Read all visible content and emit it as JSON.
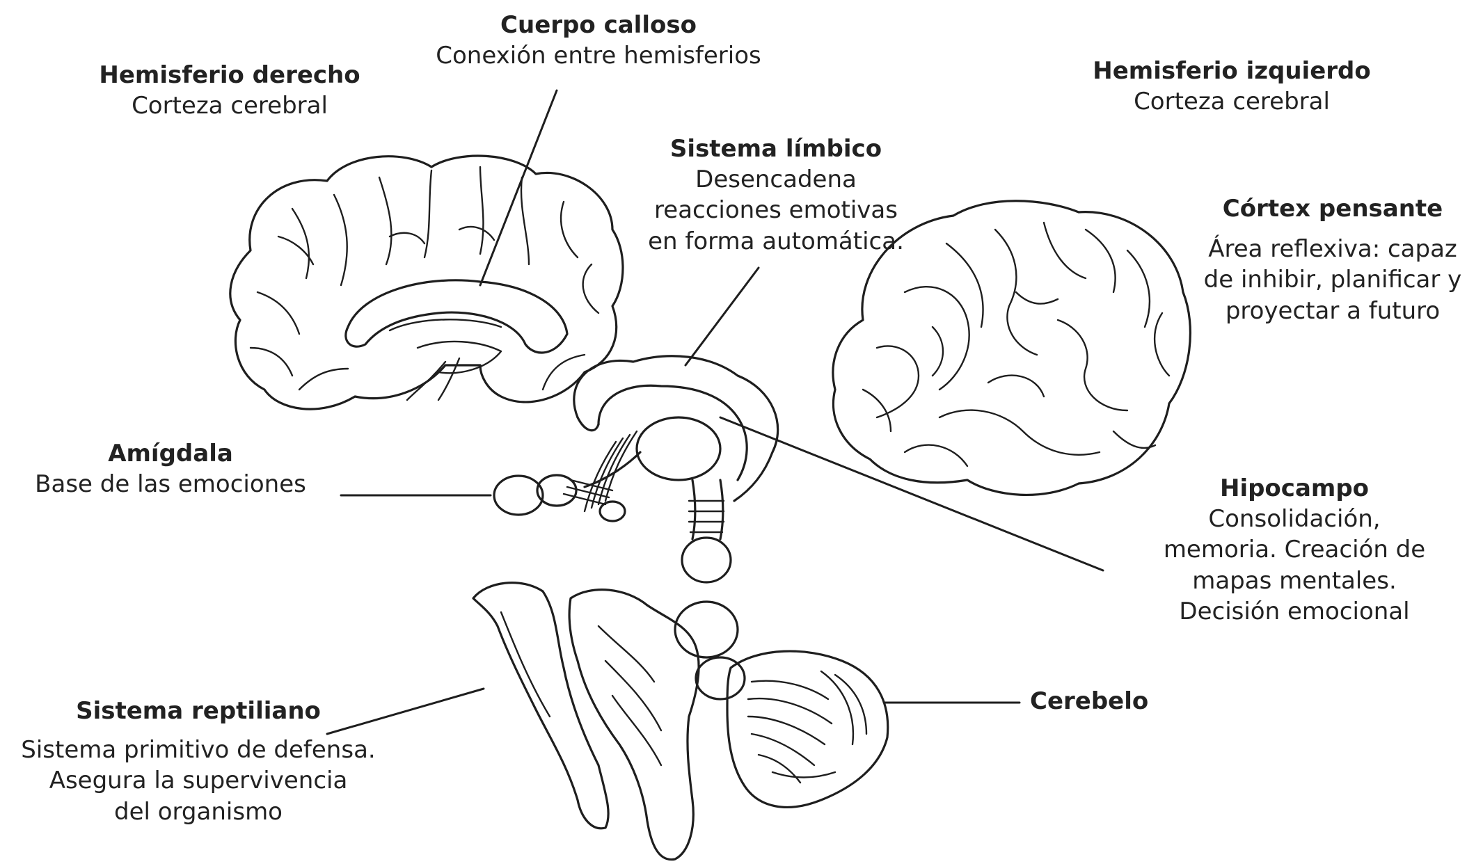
{
  "labels": {
    "cuerpo_calloso": {
      "title": "Cuerpo calloso",
      "desc": "Conexión entre hemisferios"
    },
    "hemisferio_derecho": {
      "title": "Hemisferio derecho",
      "desc": "Corteza cerebral"
    },
    "hemisferio_izquierdo": {
      "title": "Hemisferio izquierdo",
      "desc": "Corteza cerebral"
    },
    "sistema_limbico": {
      "title": "Sistema límbico",
      "desc": [
        "Desencadena",
        "reacciones emotivas",
        "en forma automática."
      ]
    },
    "cortex_pensante": {
      "title": "Córtex pensante",
      "desc": [
        "Área reflexiva: capaz",
        "de inhibir, planificar y",
        "proyectar a futuro"
      ]
    },
    "amigdala": {
      "title": "Amígdala",
      "desc": "Base de las emociones"
    },
    "hipocampo": {
      "title": "Hipocampo",
      "desc": [
        "Consolidación,",
        "memoria. Creación de",
        "mapas mentales.",
        "Decisión emocional"
      ]
    },
    "sistema_reptiliano": {
      "title": "Sistema reptiliano",
      "desc": [
        "Sistema primitivo de defensa.",
        "Asegura la supervivencia",
        "del organismo"
      ]
    },
    "cerebelo": {
      "title": "Cerebelo"
    }
  },
  "colors": {
    "ink": "#1e1e1e",
    "background": "#ffffff"
  }
}
